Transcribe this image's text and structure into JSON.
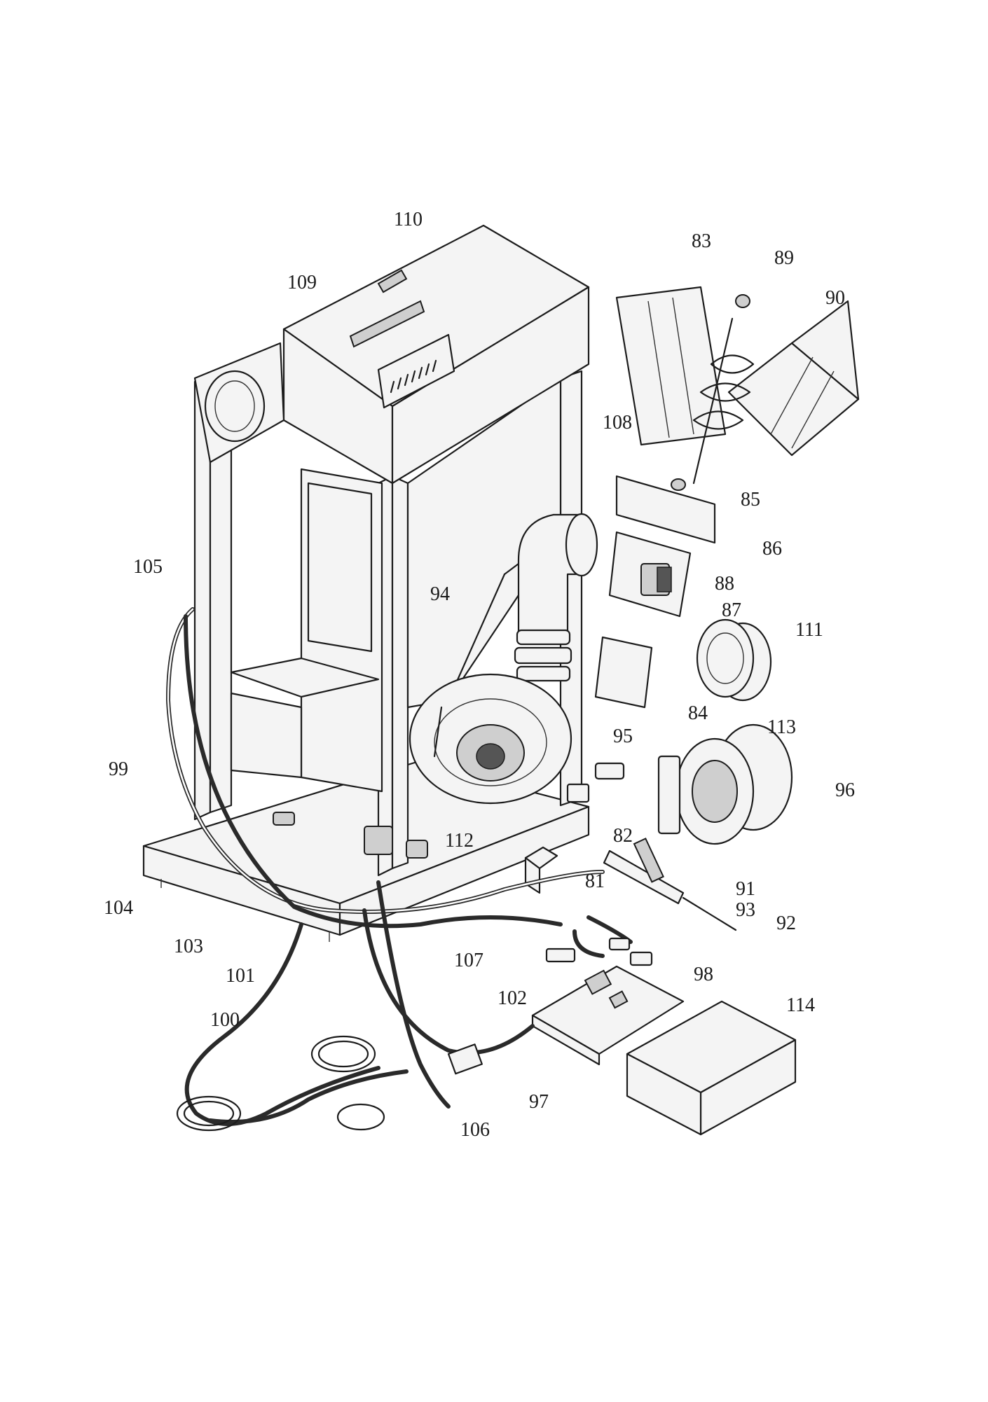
{
  "diagram": {
    "labels": [
      "81",
      "82",
      "83",
      "84",
      "85",
      "86",
      "87",
      "88",
      "89",
      "90",
      "91",
      "92",
      "93",
      "94",
      "95",
      "96",
      "97",
      "98",
      "99",
      "100",
      "101",
      "102",
      "103",
      "104",
      "105",
      "106",
      "107",
      "108",
      "109",
      "110",
      "111",
      "112",
      "113",
      "114"
    ]
  }
}
